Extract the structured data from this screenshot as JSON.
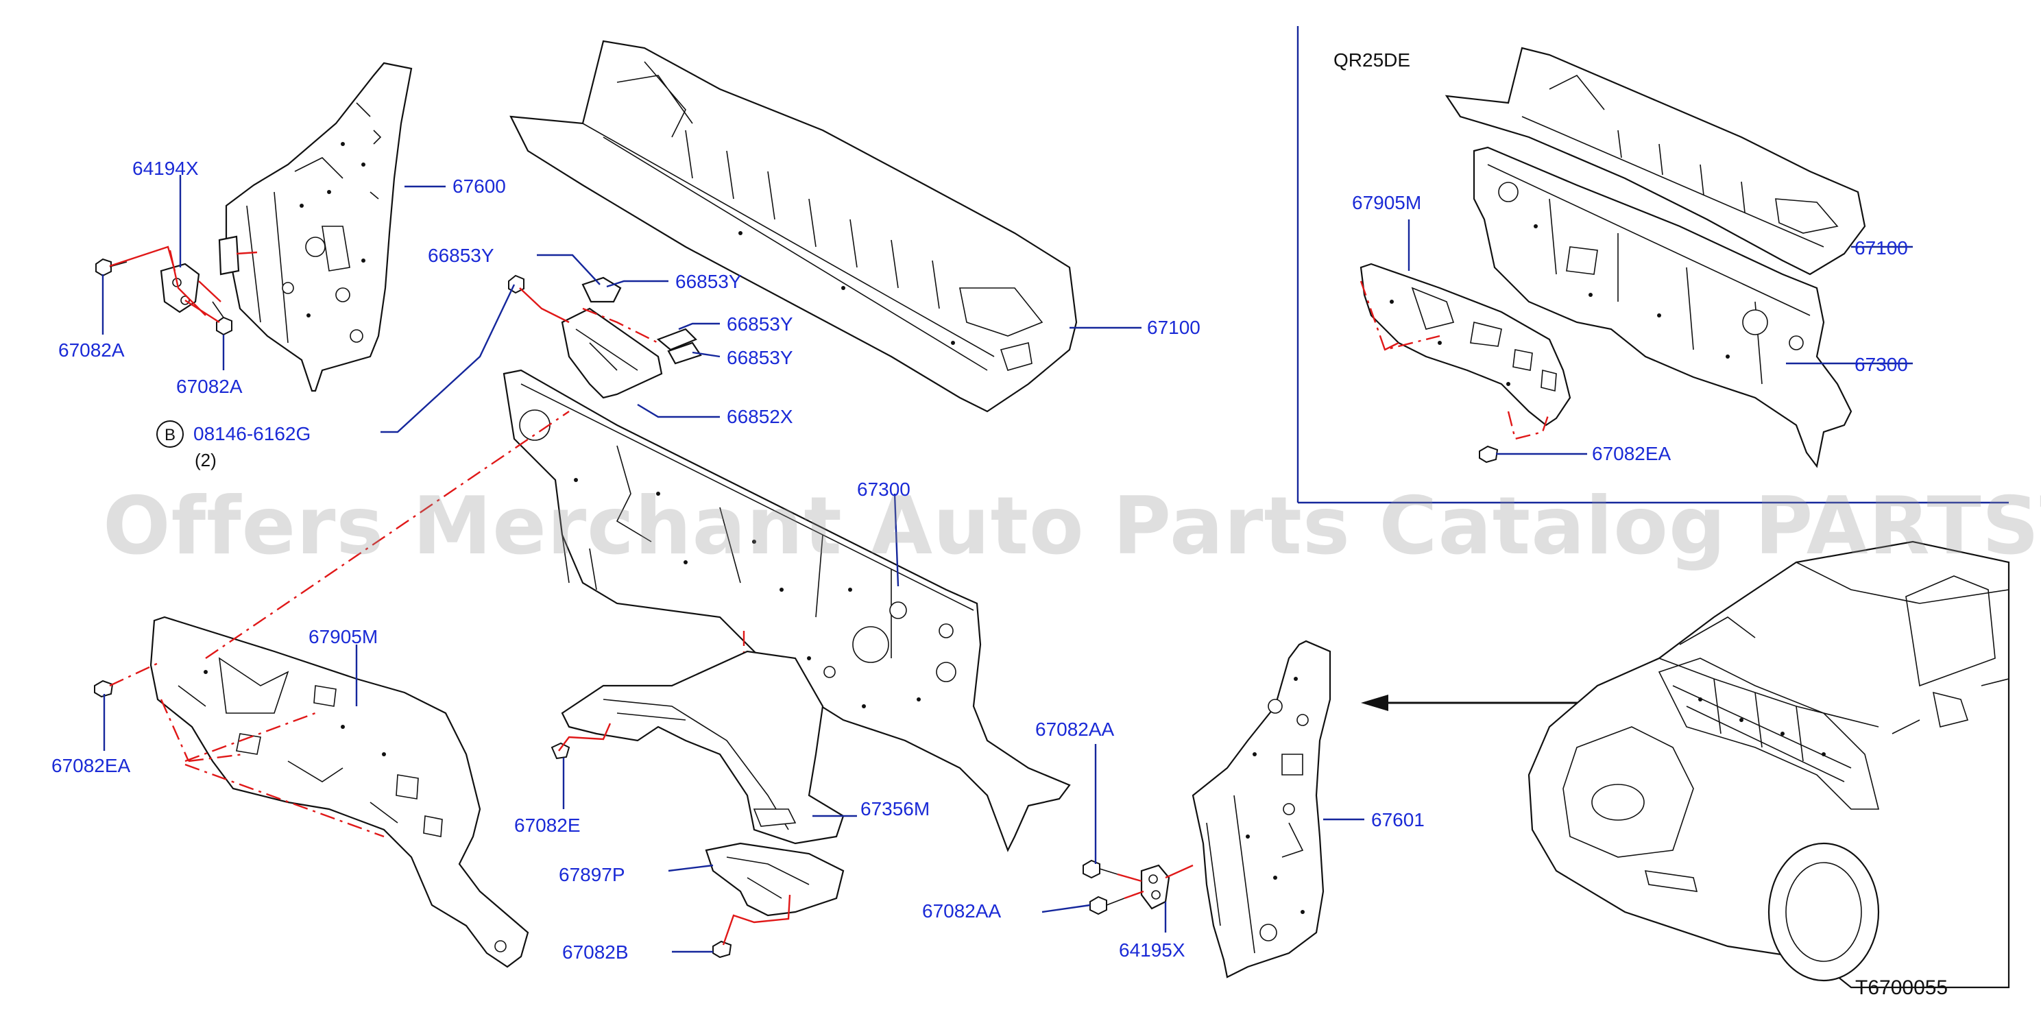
{
  "diagram": {
    "variant_label": "QR25DE",
    "diagram_code": "T6700055",
    "watermark": "Offers Merchant Auto Parts Catalog PARTSTORE.SA",
    "bolt_symbol": "B",
    "bolt_part": "08146-6162G",
    "bolt_qty": "(2)",
    "part_labels": {
      "p64194X": "64194X",
      "p67600": "67600",
      "p67082A_1": "67082A",
      "p67082A_2": "67082A",
      "p66853Y_1": "66853Y",
      "p66853Y_2": "66853Y",
      "p66853Y_3": "66853Y",
      "p66853Y_4": "66853Y",
      "p66852X": "66852X",
      "p67100_main": "67100",
      "p67300_main": "67300",
      "p67905M_main": "67905M",
      "p67082EA_main": "67082EA",
      "p67082E": "67082E",
      "p67356M": "67356M",
      "p67897P": "67897P",
      "p67082B": "67082B",
      "p67082AA_1": "67082AA",
      "p67082AA_2": "67082AA",
      "p64195X": "64195X",
      "p67601": "67601",
      "p67905M_inset": "67905M",
      "p67100_inset": "67100",
      "p67300_inset": "67300",
      "p67082EA_inset": "67082EA"
    }
  }
}
